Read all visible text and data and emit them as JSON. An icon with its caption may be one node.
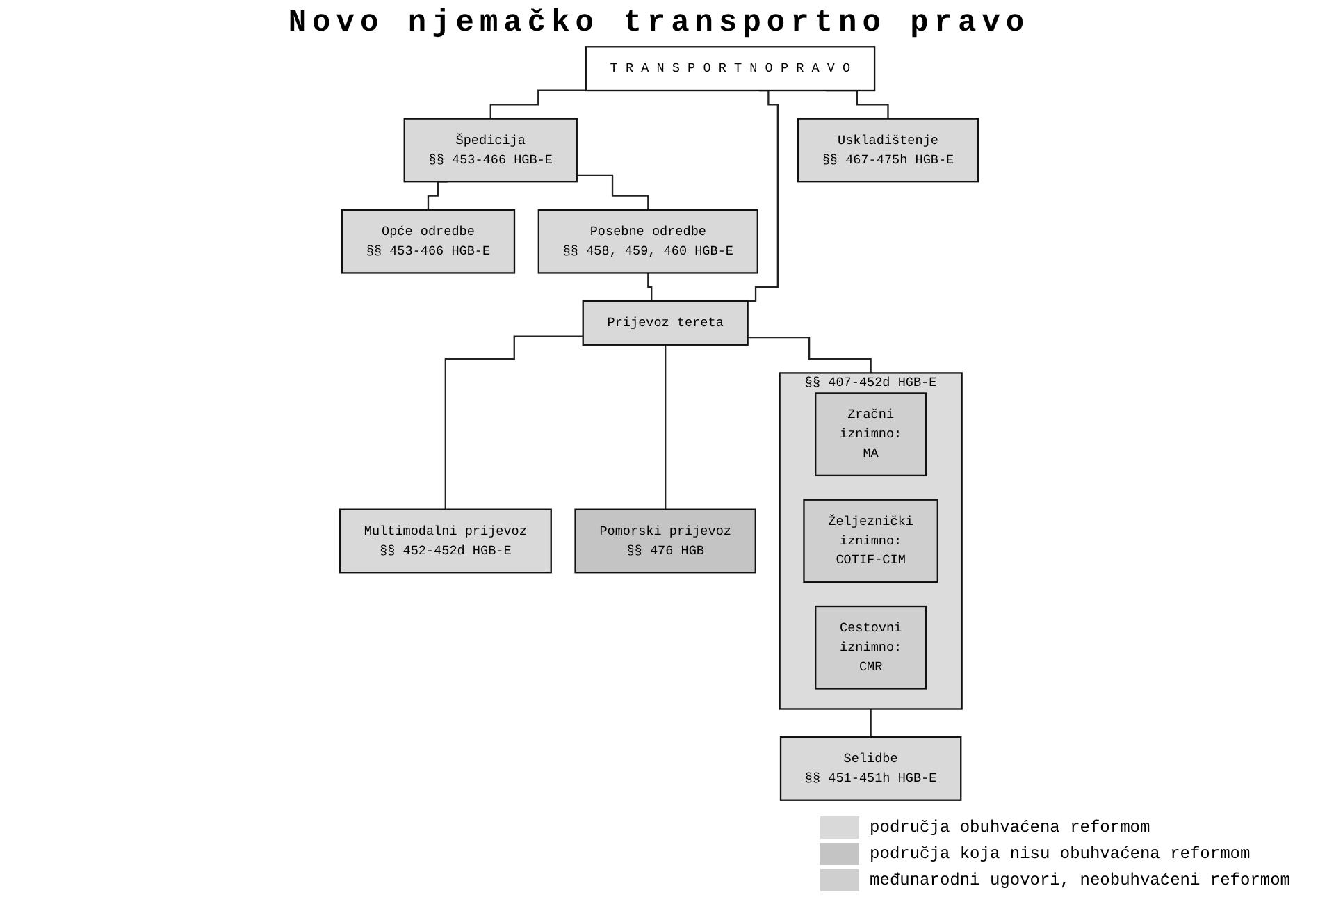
{
  "diagram": {
    "title": "Novo njemačko transportno pravo",
    "nodes": [
      {
        "text": [
          "T R A N S P O R T N O   P R A V O"
        ]
      },
      {
        "text": [
          "Špedicija",
          "§§ 453-466 HGB-E"
        ]
      },
      {
        "text": [
          "Opće odredbe",
          "§§ 453-466 HGB-E"
        ]
      },
      {
        "text": [
          "Posebne odredbe",
          "§§ 458, 459, 460  HGB-E"
        ]
      },
      {
        "text": [
          "Uskladištenje",
          "§§ 467-475h HGB-E"
        ]
      },
      {
        "text": [
          "Prijevoz tereta"
        ]
      },
      {
        "text": [
          "§§ 407-452d HGB-E"
        ]
      },
      {
        "text": [
          "Zračni",
          "iznimno:",
          "MA"
        ],
        "in": 6
      },
      {
        "text": [
          "Željeznički",
          "iznimno:",
          "COTIF-CIM"
        ],
        "in": 6
      },
      {
        "text": [
          "Cestovni",
          "iznimno:",
          "CMR"
        ],
        "in": 6
      },
      {
        "text": [
          "Selidbe",
          "§§ 451-451h HGB-E"
        ]
      },
      {
        "text": [
          "Pomorski prijevoz",
          "§§ 476 HGB"
        ]
      },
      {
        "text": [
          "Multimodalni prijevoz",
          "§§ 452-452d HGB-E"
        ]
      }
    ],
    "edges": [
      {
        "from": 0,
        "to": 1,
        "arrow": "none"
      },
      {
        "from": 0,
        "to": 5,
        "arrow": "none"
      },
      {
        "from": 0,
        "to": 4,
        "arrow": "none"
      },
      {
        "from": 1,
        "to": 2,
        "arrow": "none"
      },
      {
        "from": 1,
        "to": 3,
        "arrow": "none"
      },
      {
        "from": 3,
        "to": 5,
        "arrow": "none"
      },
      {
        "from": 5,
        "to": 6,
        "arrow": "none"
      },
      {
        "from": 5,
        "to": 12,
        "arrow": "none"
      },
      {
        "from": 5,
        "to": 11,
        "arrow": "none"
      },
      {
        "from": 6,
        "to": 10,
        "arrow": "none"
      }
    ],
    "legend": [
      {
        "text": "područja obuhvaćena reformom",
        "color": "#d9d9d9"
      },
      {
        "text": "područja koja nisu obuhvaćena reformom",
        "color": "#c4c4c4"
      },
      {
        "text": "međunarodni ugovori, neobuhvaćeni reformom",
        "color": "#cfcfcf"
      }
    ]
  }
}
